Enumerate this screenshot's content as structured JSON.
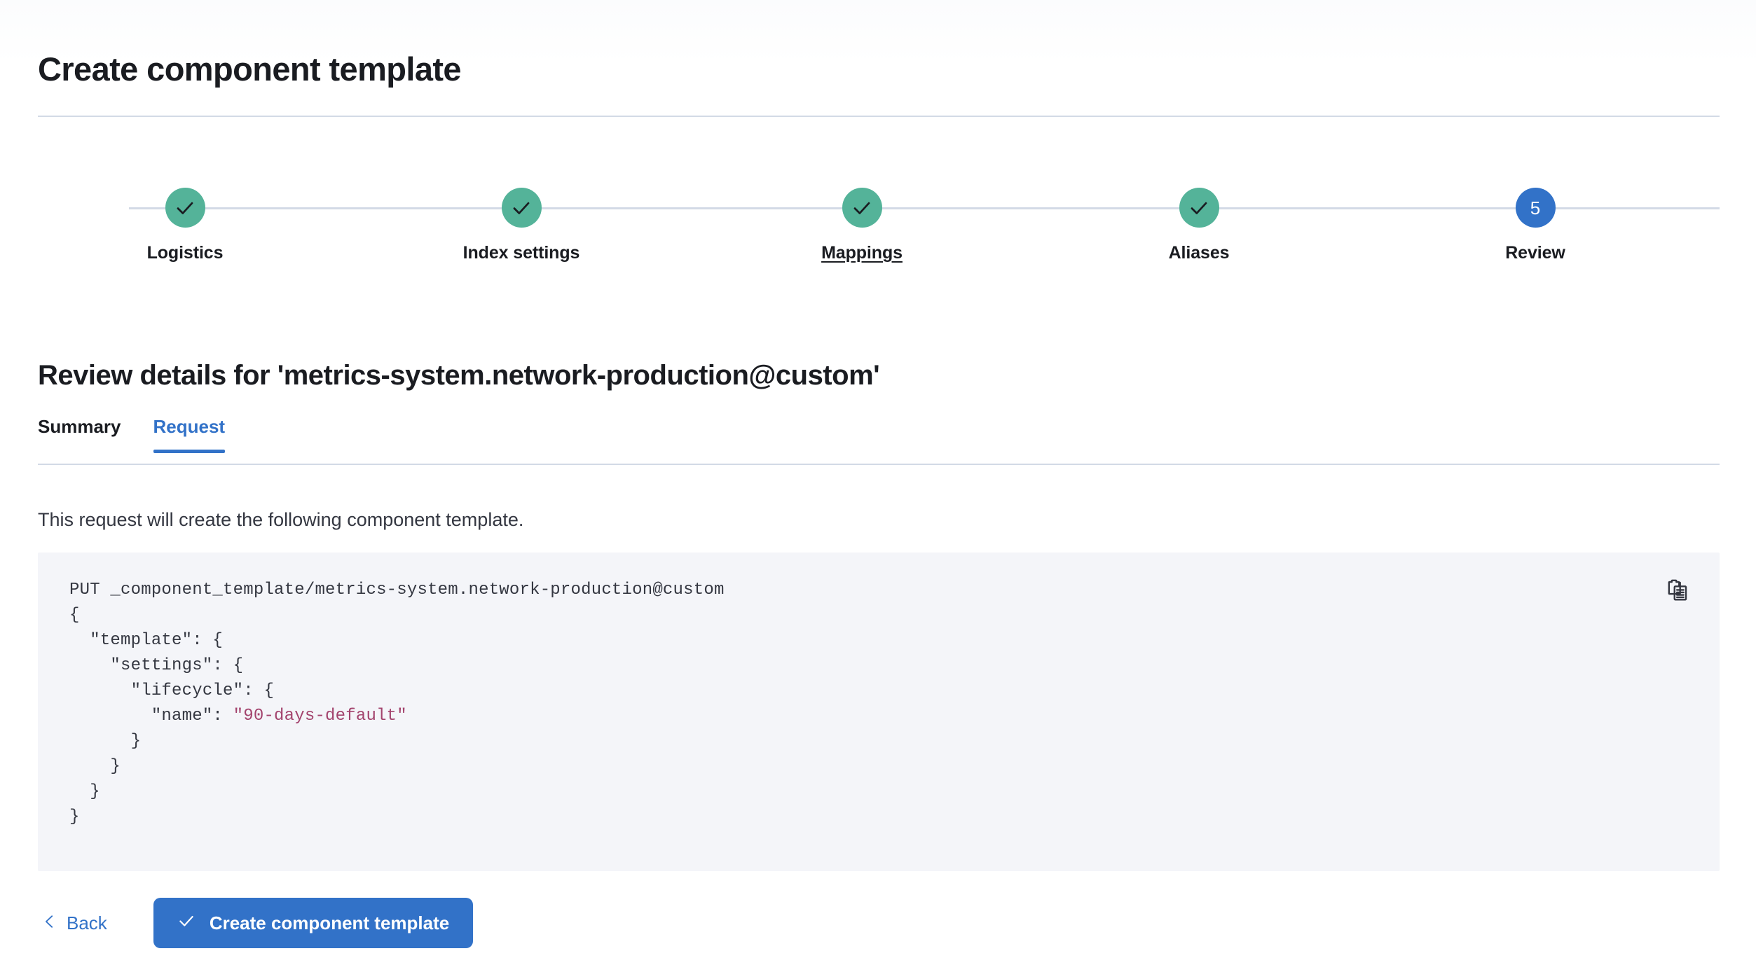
{
  "header": {
    "title": "Create component template"
  },
  "stepper": {
    "steps": [
      {
        "label": "Logistics",
        "state": "done",
        "marker": "check-icon"
      },
      {
        "label": "Index settings",
        "state": "done",
        "marker": "check-icon"
      },
      {
        "label": "Mappings",
        "state": "done",
        "marker": "check-icon",
        "hovered": true
      },
      {
        "label": "Aliases",
        "state": "done",
        "marker": "check-icon"
      },
      {
        "label": "Review",
        "state": "current",
        "marker": "5"
      }
    ],
    "done_color": "#54B399",
    "current_color": "#3272C8",
    "line_color": "#D3DAE6"
  },
  "review": {
    "heading": "Review details for 'metrics-system.network-production@custom'",
    "tabs": [
      {
        "label": "Summary",
        "active": false
      },
      {
        "label": "Request",
        "active": true
      }
    ],
    "description": "This request will create the following component template.",
    "code": {
      "line1": "PUT _component_template/metrics-system.network-production@custom",
      "line2": "{",
      "line3": "  \"template\": {",
      "line4": "    \"settings\": {",
      "line5": "      \"lifecycle\": {",
      "line6_key": "        \"name\": ",
      "line6_value": "\"90-days-default\"",
      "line7": "      }",
      "line8": "    }",
      "line9": "  }",
      "line10": "}",
      "string_color": "#A3436D",
      "copy_icon": "copy-clipboard-icon"
    }
  },
  "footer": {
    "back_label": "Back",
    "submit_label": "Create component template",
    "accent_color": "#3272C8"
  }
}
